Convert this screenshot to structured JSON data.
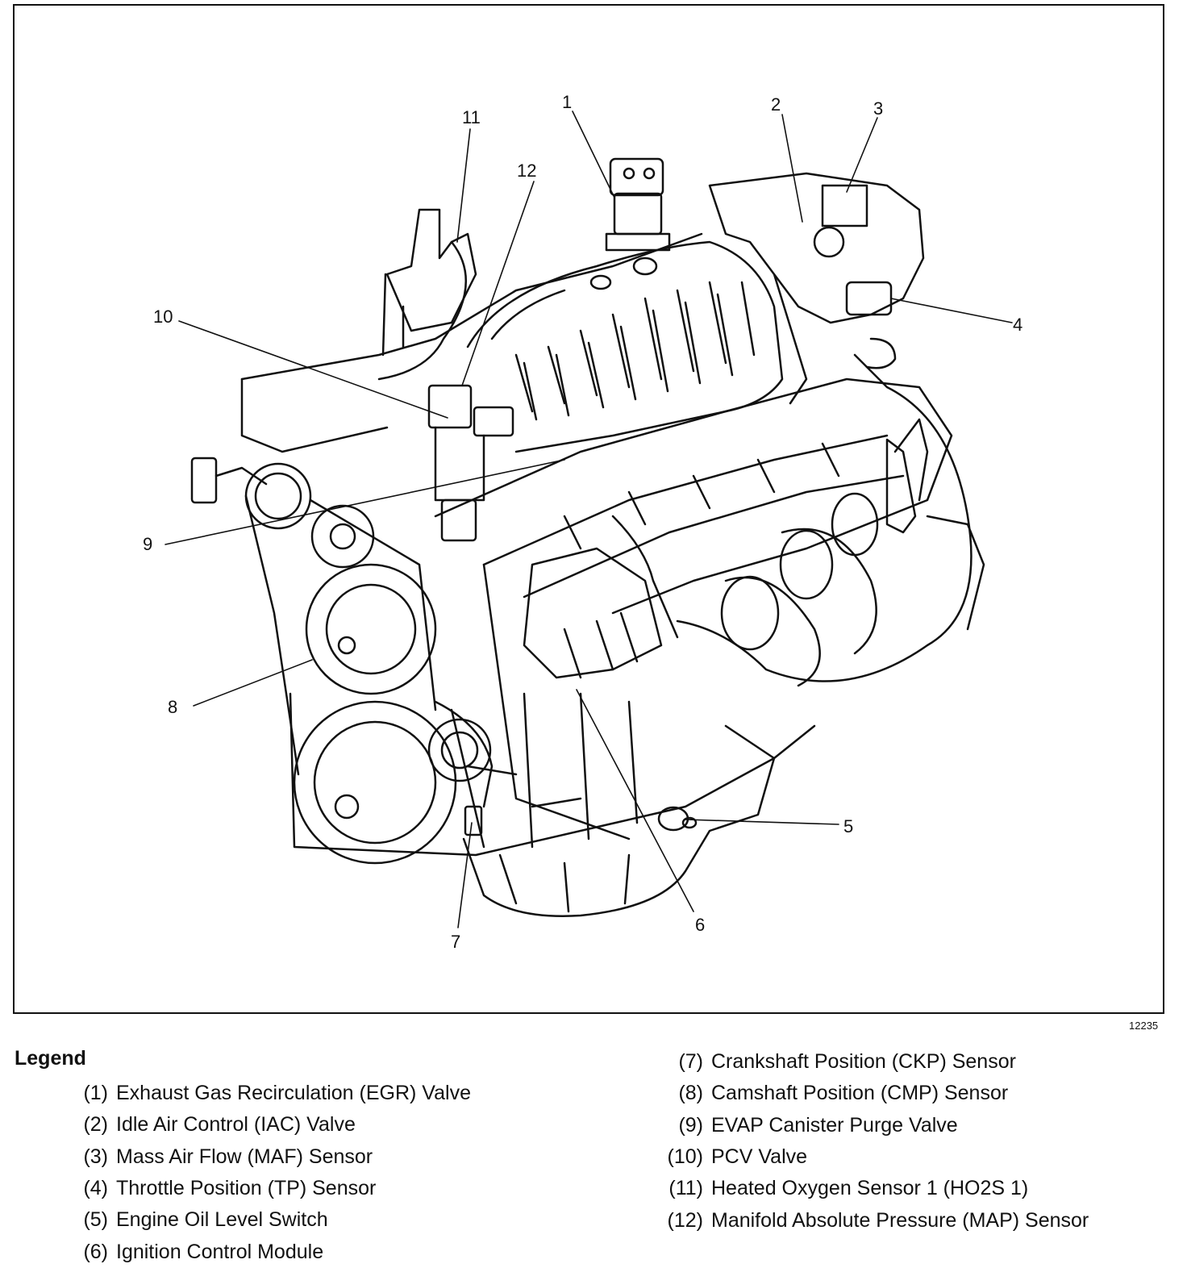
{
  "figure": {
    "id_label": "12235",
    "callouts": [
      "1",
      "2",
      "3",
      "4",
      "5",
      "6",
      "7",
      "8",
      "9",
      "10",
      "11",
      "12"
    ]
  },
  "legend": {
    "title": "Legend",
    "left": [
      {
        "num": "(1)",
        "text": "Exhaust Gas Recirculation (EGR) Valve"
      },
      {
        "num": "(2)",
        "text": "Idle Air Control (IAC) Valve"
      },
      {
        "num": "(3)",
        "text": "Mass Air Flow (MAF) Sensor"
      },
      {
        "num": "(4)",
        "text": "Throttle Position (TP) Sensor"
      },
      {
        "num": "(5)",
        "text": "Engine Oil Level Switch"
      },
      {
        "num": "(6)",
        "text": "Ignition Control Module"
      }
    ],
    "right": [
      {
        "num": "(7)",
        "text": "Crankshaft Position (CKP) Sensor"
      },
      {
        "num": "(8)",
        "text": "Camshaft Position (CMP) Sensor"
      },
      {
        "num": "(9)",
        "text": "EVAP Canister Purge Valve"
      },
      {
        "num": "(10)",
        "text": "PCV Valve"
      },
      {
        "num": "(11)",
        "text": "Heated Oxygen Sensor 1 (HO2S 1)"
      },
      {
        "num": "(12)",
        "text": "Manifold Absolute Pressure (MAP) Sensor"
      }
    ]
  }
}
